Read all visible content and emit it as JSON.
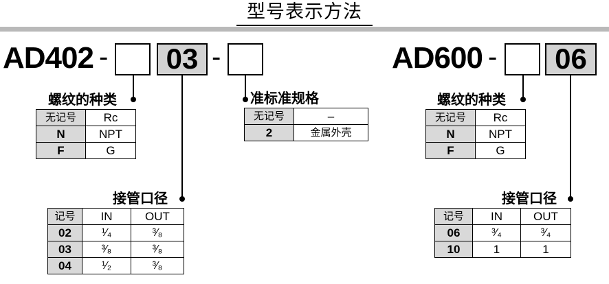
{
  "page": {
    "title": "型号表示方法"
  },
  "models": [
    {
      "code": "AD402",
      "separator": "-",
      "port_code": "03",
      "thread_label": "螺纹的种类",
      "thread_table": {
        "rows": [
          {
            "key": "无记号",
            "value": "Rc"
          },
          {
            "key": "N",
            "value": "NPT"
          },
          {
            "key": "F",
            "value": "G"
          }
        ]
      },
      "port_label": "接管口径",
      "port_table": {
        "headers": [
          "记号",
          "IN",
          "OUT"
        ],
        "rows": [
          {
            "key": "02",
            "in": "¹⁄₄",
            "out": "³⁄₈"
          },
          {
            "key": "03",
            "in": "³⁄₈",
            "out": "³⁄₈"
          },
          {
            "key": "04",
            "in": "¹⁄₂",
            "out": "³⁄₈"
          }
        ]
      },
      "standard_label": "准标准规格",
      "standard_table": {
        "rows": [
          {
            "key": "无记号",
            "value": "–"
          },
          {
            "key": "2",
            "value": "金属外壳"
          }
        ]
      }
    },
    {
      "code": "AD600",
      "separator": "-",
      "port_code": "06",
      "thread_label": "螺纹的种类",
      "thread_table": {
        "rows": [
          {
            "key": "无记号",
            "value": "Rc"
          },
          {
            "key": "N",
            "value": "NPT"
          },
          {
            "key": "F",
            "value": "G"
          }
        ]
      },
      "port_label": "接管口径",
      "port_table": {
        "headers": [
          "记号",
          "IN",
          "OUT"
        ],
        "rows": [
          {
            "key": "06",
            "in": "³⁄₄",
            "out": "³⁄₄"
          },
          {
            "key": "10",
            "in": "1",
            "out": "1"
          }
        ]
      }
    }
  ]
}
